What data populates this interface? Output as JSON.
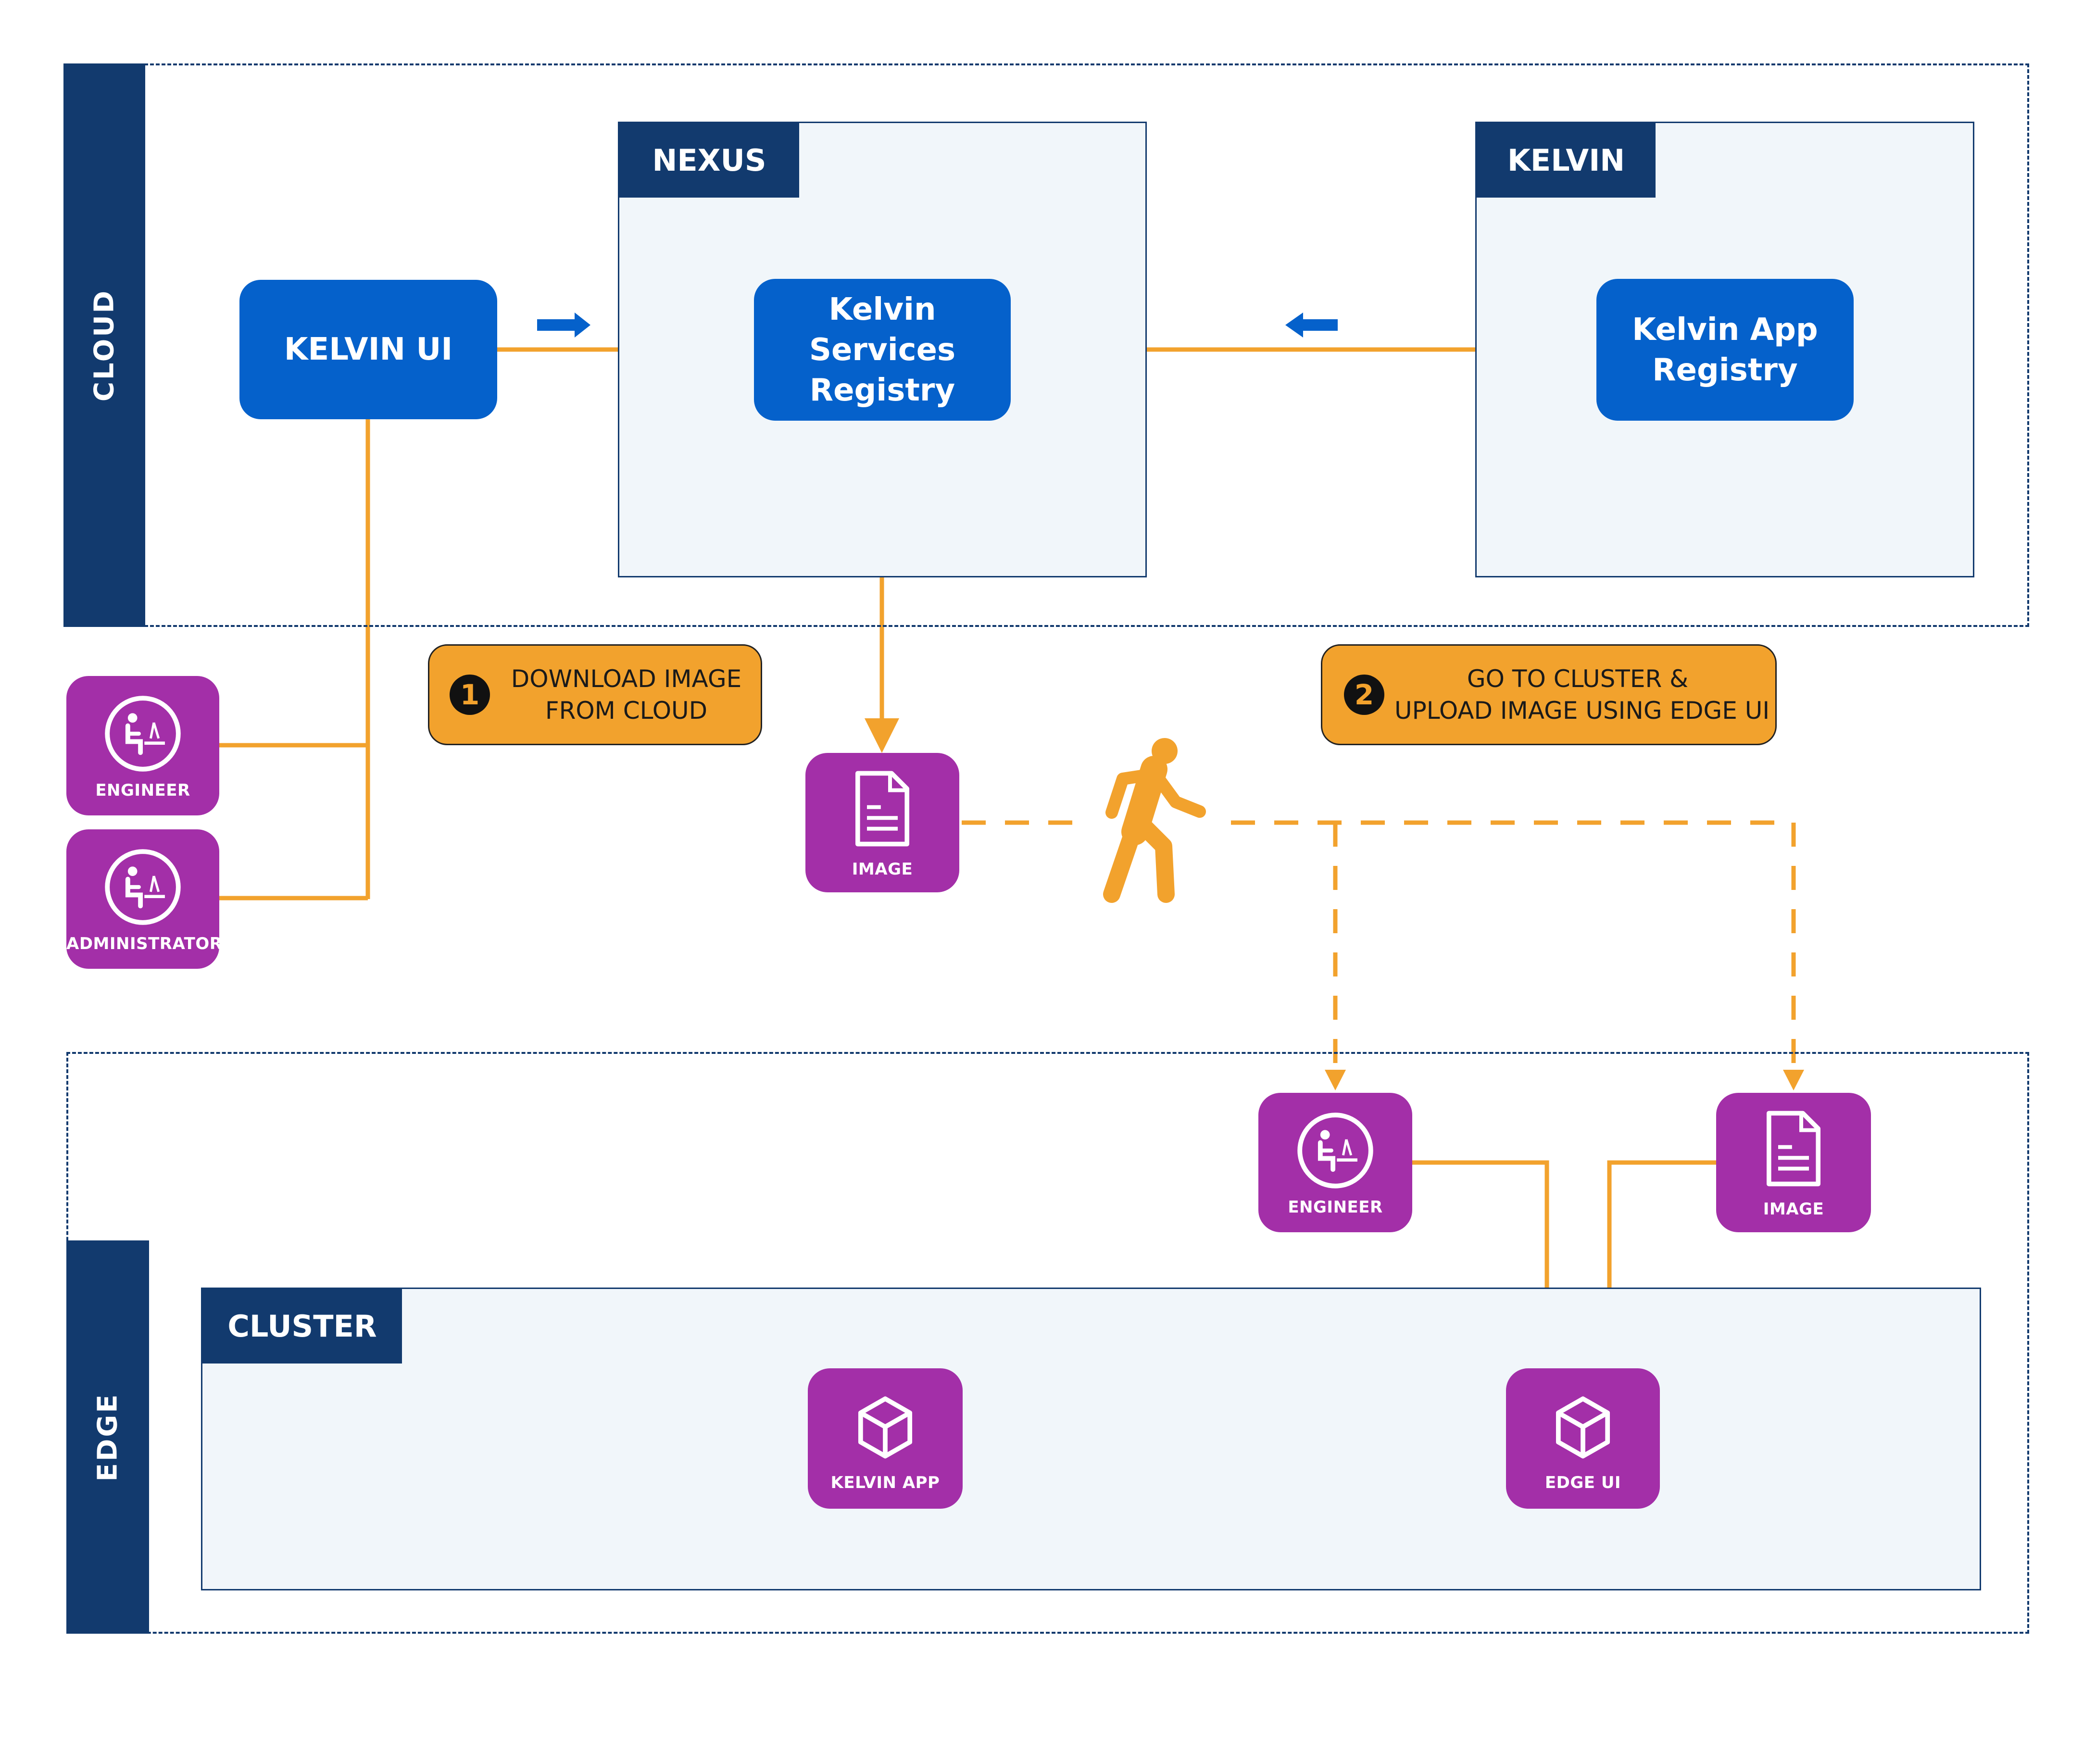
{
  "zones": {
    "cloud": "CLOUD",
    "edge": "EDGE"
  },
  "groups": {
    "nexus": "NEXUS",
    "kelvin": "KELVIN",
    "cluster": "CLUSTER"
  },
  "nodes": {
    "kelvin_ui": "KELVIN UI",
    "services_registry": [
      "Kelvin Services",
      "Registry"
    ],
    "app_registry": [
      "Kelvin App",
      "Registry"
    ]
  },
  "tiles": {
    "engineer_cloud": "ENGINEER",
    "administrator": "ADMINISTRATOR",
    "image_cloud": "IMAGE",
    "engineer_edge": "ENGINEER",
    "image_edge": "IMAGE",
    "kelvin_app": "KELVIN APP",
    "edge_ui": "EDGE UI"
  },
  "steps": [
    {
      "number": "1",
      "lines": [
        "DOWNLOAD IMAGE",
        "FROM CLOUD"
      ]
    },
    {
      "number": "2",
      "lines": [
        "GO TO CLUSTER &",
        "UPLOAD IMAGE USING EDGE UI"
      ]
    }
  ],
  "icons": {
    "engineer": "person-at-desk-icon",
    "administrator": "person-at-desk-icon",
    "image": "document-icon",
    "app": "cube-icon",
    "courier": "walking-person-icon",
    "flow": "blue-arrow-icon"
  },
  "colors": {
    "navy": "#123a6e",
    "blue": "#0561cb",
    "purple": "#a32fa8",
    "orange": "#f2a22d",
    "group_fill": "#f1f6fa"
  }
}
